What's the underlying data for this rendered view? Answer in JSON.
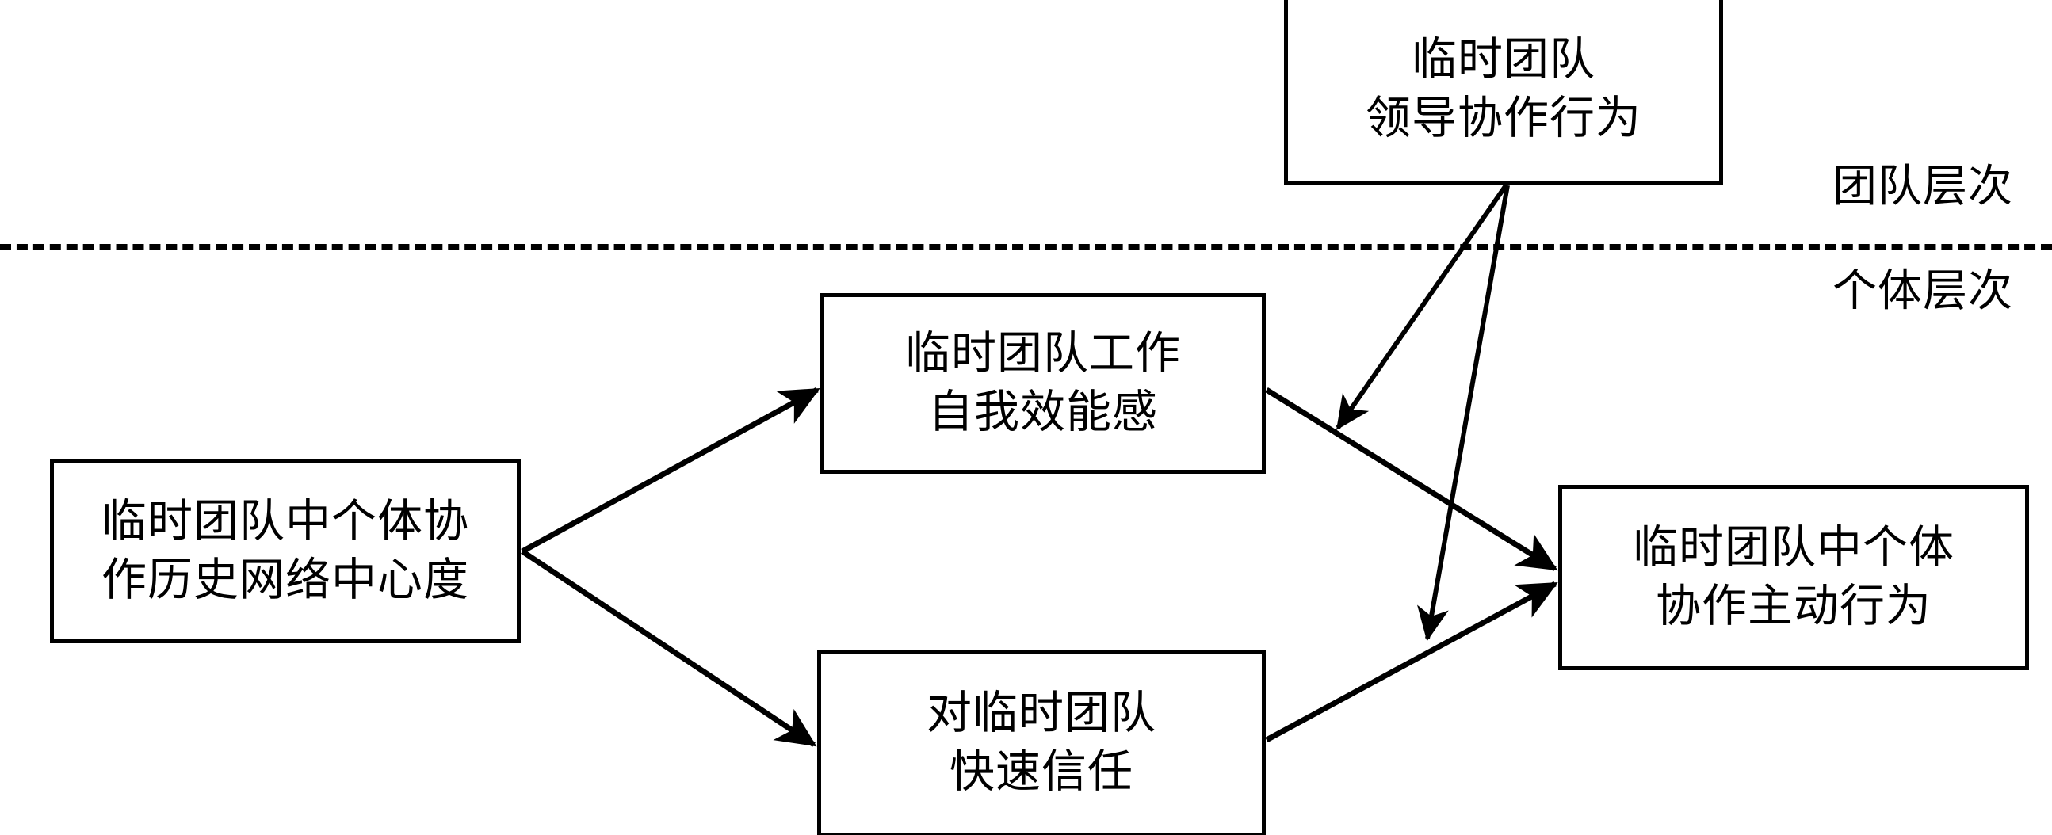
{
  "diagram": {
    "type": "conceptual-research-model",
    "levels": {
      "team_label": "团队层次",
      "individual_label": "个体层次",
      "divider_style": "dashed"
    },
    "nodes": {
      "leader": {
        "id": "temporary-team-leader-collaboration-behavior",
        "level": "team",
        "lines": [
          "临时团队",
          "领导协作行为"
        ]
      },
      "centrality": {
        "id": "individual-historical-collaboration-network-centrality",
        "level": "individual",
        "lines": [
          "临时团队中个体协",
          "作历史网络中心度"
        ]
      },
      "efficacy": {
        "id": "temporary-team-work-self-efficacy",
        "level": "individual",
        "lines": [
          "临时团队工作",
          "自我效能感"
        ]
      },
      "trust": {
        "id": "swift-trust-in-temporary-team",
        "level": "individual",
        "lines": [
          "对临时团队",
          "快速信任"
        ]
      },
      "outcome": {
        "id": "individual-proactive-collaboration-behavior",
        "level": "individual",
        "lines": [
          "临时团队中个体",
          "协作主动行为"
        ]
      }
    },
    "edges": [
      {
        "id": "centrality-to-efficacy",
        "from": "centrality",
        "to": "efficacy",
        "kind": "direct",
        "arrow": "single"
      },
      {
        "id": "centrality-to-trust",
        "from": "centrality",
        "to": "trust",
        "kind": "direct",
        "arrow": "single"
      },
      {
        "id": "efficacy-to-outcome",
        "from": "efficacy",
        "to": "outcome",
        "kind": "direct",
        "arrow": "single"
      },
      {
        "id": "trust-to-outcome",
        "from": "trust",
        "to": "outcome",
        "kind": "direct",
        "arrow": "single"
      },
      {
        "id": "leader-moderates-efficacy-path",
        "from": "leader",
        "to": "efficacy-to-outcome",
        "kind": "moderation",
        "arrow": "single"
      },
      {
        "id": "leader-moderates-trust-path",
        "from": "leader",
        "to": "trust-to-outcome",
        "kind": "moderation",
        "arrow": "single"
      }
    ],
    "colors": {
      "stroke": "#000000",
      "fill": "#ffffff",
      "text": "#000000"
    }
  }
}
